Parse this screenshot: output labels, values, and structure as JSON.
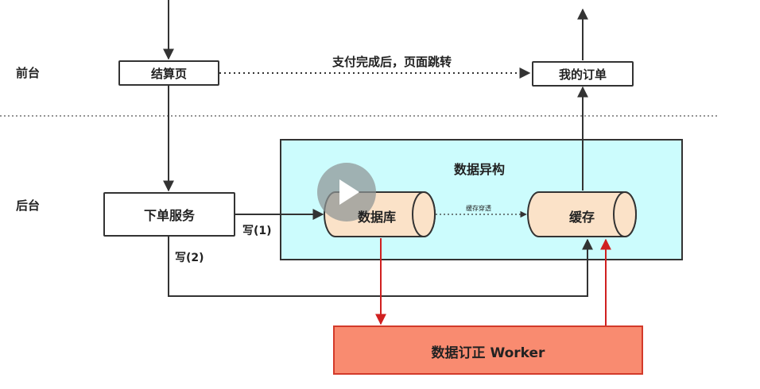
{
  "lanes": {
    "front": "前台",
    "back": "后台"
  },
  "nodes": {
    "checkout": "结算页",
    "my_orders": "我的订单",
    "order_service": "下单服务",
    "heterogeneous": "数据异构",
    "database": "数据库",
    "cache": "缓存",
    "worker": "数据订正 Worker"
  },
  "edges": {
    "redirect": "支付完成后，页面跳转",
    "write1": "写(1)",
    "write2": "写(2)",
    "cache_penetration": "缓存穿透"
  },
  "colors": {
    "region_fill": "#ccfcfd",
    "cylinder_fill": "#fbe2c8",
    "worker_fill": "#f98b70",
    "worker_border": "#d33a2a",
    "red_arrow": "#d02020",
    "line": "#333333"
  },
  "icons": {
    "play": "play-icon"
  }
}
